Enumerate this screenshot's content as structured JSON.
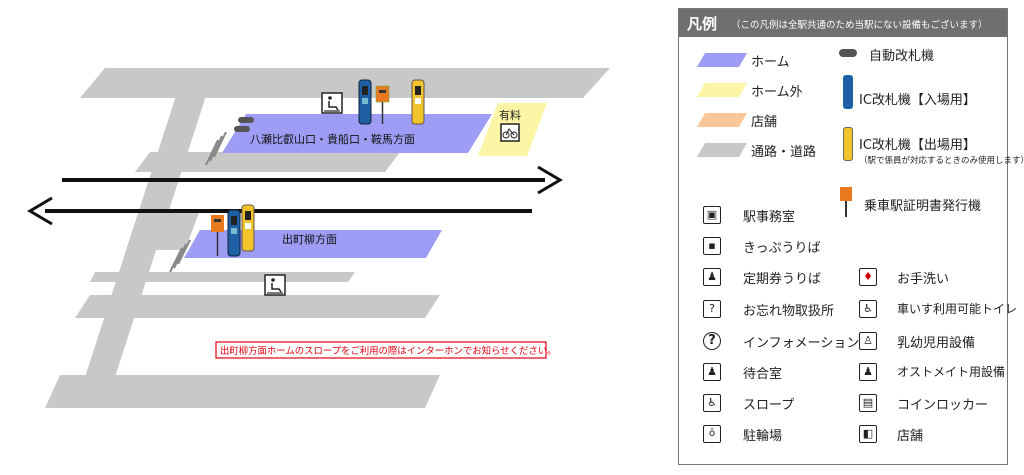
{
  "map": {
    "platform_north_label": "八瀬比叡山口・貴船口・鞍馬方面",
    "platform_south_label": "出町柳方面",
    "paid_bike_label": "有料",
    "slope_notice": "出町柳方面ホームのスロープをご利用の際はインターホンでお知らせください。"
  },
  "legend": {
    "title": "凡例",
    "note": "（この凡例は全駅共通のため当駅にない設備もございます）",
    "items": {
      "platform": "ホーム",
      "outside_platform": "ホーム外",
      "shop_area": "店舗",
      "passage_road": "通路・道路",
      "auto_gate": "自動改札機",
      "ic_gate_entry": "IC改札機【入場用】",
      "ic_gate_exit": "IC改札機【出場用】",
      "ic_gate_exit_note": "（駅で係員が対応するときのみ使用します）",
      "ticket_cert_machine": "乗車駅証明書発行機",
      "station_office": "駅事務室",
      "ticket_office": "きっぷうりば",
      "commuter_pass_office": "定期券うりば",
      "lost_and_found": "お忘れ物取扱所",
      "information": "インフォメーション",
      "waiting_room": "待合室",
      "slope": "スロープ",
      "bicycle_parking": "駐輪場",
      "restroom": "お手洗い",
      "accessible_toilet": "車いす利用可能トイレ",
      "baby_facility": "乳幼児用設備",
      "ostomate_facility": "オストメイト用設備",
      "coin_locker": "コインロッカー",
      "shop": "店舗"
    }
  },
  "colors": {
    "platform": "#9d9df5",
    "outside_platform": "#fbf5a5",
    "shop_area": "#fbc79a",
    "passage": "#c8c8c8",
    "ic_entry": "#1f5fa6",
    "ic_exit": "#f2c42c",
    "cert_machine": "#ea7a1f",
    "notice_red": "#e60012"
  }
}
